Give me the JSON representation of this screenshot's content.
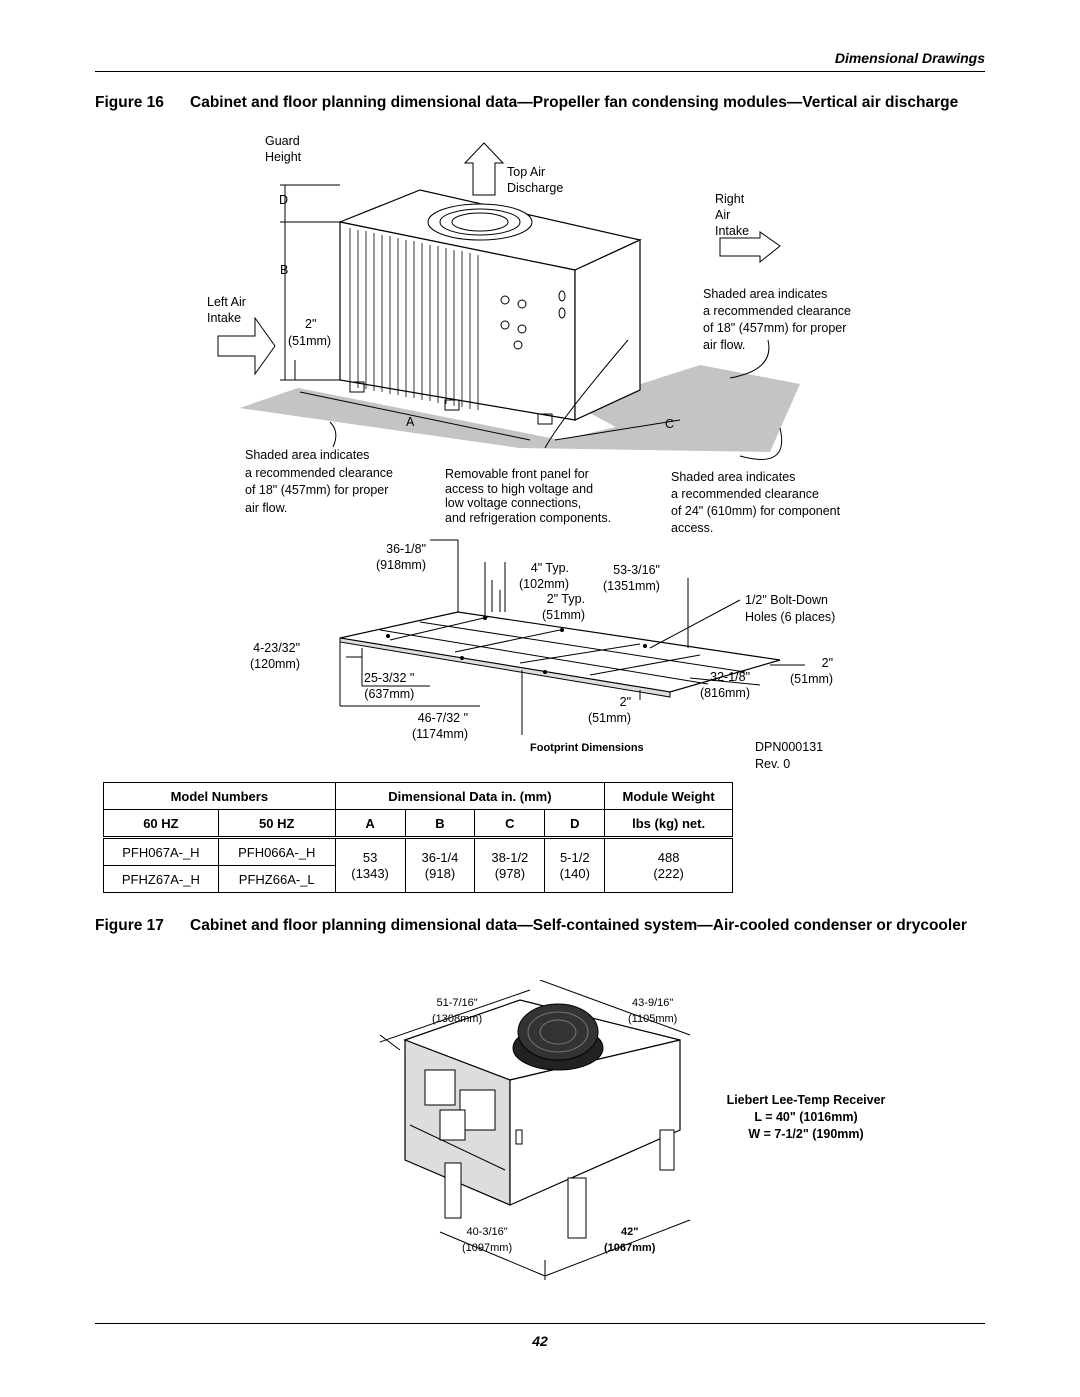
{
  "header": {
    "section": "Dimensional Drawings"
  },
  "figure16": {
    "number": "Figure 16",
    "title": "Cabinet and floor planning dimensional data—Propeller fan condensing modules—Vertical air discharge",
    "labels": {
      "guard_height": "Guard\nHeight",
      "d": "D",
      "b": "B",
      "top_air": "Top Air\nDischarge",
      "right_air": "Right\nAir\nIntake",
      "left_air": "Left Air\nIntake",
      "two_in": "2\"",
      "two_mm": "(51mm)",
      "a": "A",
      "c": "C",
      "shaded_right": "Shaded area indicates\na recommended clearance\nof 18\" (457mm) for proper\nair flow.",
      "shaded_left": "Shaded area indicates\na recommended clearance\nof 18\" (457mm) for proper\nair flow.",
      "removable": "Removable front panel for\naccess to high voltage and\nlow voltage connections,\nand refrigeration components.",
      "shaded_bottom": "Shaded area indicates\na recommended clearance\nof 24\" (610mm) for component\naccess."
    },
    "footprint": {
      "d1": "36-1/8\"\n(918mm)",
      "d2": "4\" Typ.\n(102mm)",
      "d3": "2\" Typ.\n(51mm)",
      "d4": "53-3/16\"\n(1351mm)",
      "d5": "1/2\" Bolt-Down\nHoles (6 places)",
      "d6": "4-23/32\"\n(120mm)",
      "d7": "25-3/32 \"\n(637mm)",
      "d8": "46-7/32 \"\n(1174mm)",
      "d9": "2\"\n(51mm)",
      "d10": "32-1/8\"\n(816mm)",
      "d11": "2\"\n(51mm)",
      "caption": "Footprint Dimensions",
      "dpn": "DPN000131\nRev. 0"
    },
    "table": {
      "headers": [
        "Model Numbers",
        "Dimensional Data in. (mm)",
        "Module Weight"
      ],
      "subheaders": [
        "60 HZ",
        "50 HZ",
        "A",
        "B",
        "C",
        "D",
        "lbs (kg) net."
      ],
      "row1": {
        "hz60": "PFH067A-_H",
        "hz50": "PFH066A-_H"
      },
      "row2": {
        "hz60": "PFHZ67A-_H",
        "hz50": "PFHZ66A-_L"
      },
      "a": "53\n(1343)",
      "b": "36-1/4\n(918)",
      "c": "38-1/2\n(978)",
      "d": "5-1/2\n(140)",
      "weight": "488\n(222)"
    }
  },
  "figure17": {
    "number": "Figure 17",
    "title": "Cabinet and floor planning dimensional data—Self-contained system—Air-cooled condenser or drycooler",
    "dims": {
      "top_left": "51-7/16\"\n(1308mm)",
      "top_right": "43-9/16\"\n(1105mm)",
      "bot_left": "40-3/16\"\n(1097mm)",
      "bot_right": "42\"\n(1067mm)"
    },
    "receiver": {
      "title": "Liebert Lee-Temp Receiver",
      "l": "L = 40\" (1016mm)",
      "w": "W = 7-1/2\" (190mm)"
    }
  },
  "footer": {
    "page": "42"
  }
}
